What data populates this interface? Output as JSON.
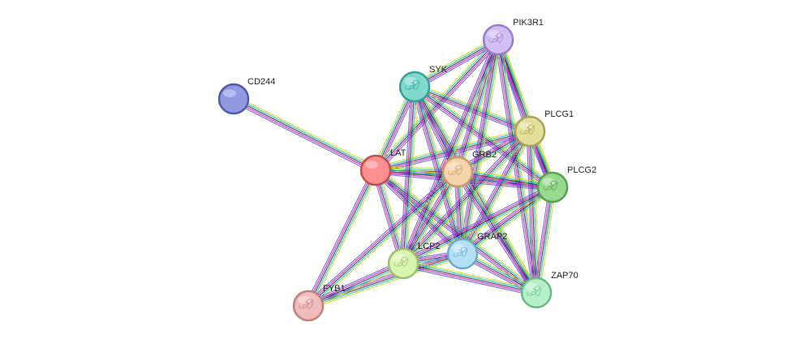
{
  "proteins": [
    {
      "id": "CD244",
      "label": "CD244",
      "color": "#8f9ae0",
      "stroke": "#4f5ba8"
    },
    {
      "id": "PIK3R1",
      "label": "PIK3R1",
      "color": "#d2bff5",
      "stroke": "#9a7bc9"
    },
    {
      "id": "SYK",
      "label": "SYK",
      "color": "#7fd9cc",
      "stroke": "#3b9e93"
    },
    {
      "id": "PLCG1",
      "label": "PLCG1",
      "color": "#e3de9a",
      "stroke": "#a6a155"
    },
    {
      "id": "LAT",
      "label": "LAT",
      "color": "#ff8f8f",
      "stroke": "#c24d4d"
    },
    {
      "id": "GRB2",
      "label": "GRB2",
      "color": "#f7d3ae",
      "stroke": "#c99a68"
    },
    {
      "id": "PLCG2",
      "label": "PLCG2",
      "color": "#98d98f",
      "stroke": "#58a050"
    },
    {
      "id": "GRAP2",
      "label": "GRAP2",
      "color": "#b4e0f5",
      "stroke": "#6ea8c4"
    },
    {
      "id": "LCP2",
      "label": "LCP2",
      "color": "#dbf5b0",
      "stroke": "#9bc06a"
    },
    {
      "id": "FYB1",
      "label": "FYB1",
      "color": "#f0bcbc",
      "stroke": "#c07f7f"
    },
    {
      "id": "ZAP70",
      "label": "ZAP70",
      "color": "#b4f0c8",
      "stroke": "#6bb888"
    }
  ],
  "interactions": [
    [
      "CD244",
      "LAT"
    ],
    [
      "LAT",
      "SYK"
    ],
    [
      "LAT",
      "PIK3R1"
    ],
    [
      "LAT",
      "PLCG1"
    ],
    [
      "LAT",
      "GRB2"
    ],
    [
      "LAT",
      "PLCG2"
    ],
    [
      "LAT",
      "GRAP2"
    ],
    [
      "LAT",
      "LCP2"
    ],
    [
      "LAT",
      "ZAP70"
    ],
    [
      "LAT",
      "FYB1"
    ],
    [
      "SYK",
      "PIK3R1"
    ],
    [
      "SYK",
      "PLCG1"
    ],
    [
      "SYK",
      "GRB2"
    ],
    [
      "SYK",
      "PLCG2"
    ],
    [
      "SYK",
      "GRAP2"
    ],
    [
      "SYK",
      "LCP2"
    ],
    [
      "SYK",
      "ZAP70"
    ],
    [
      "PIK3R1",
      "PLCG1"
    ],
    [
      "PIK3R1",
      "PLCG2"
    ],
    [
      "PIK3R1",
      "GRB2"
    ],
    [
      "PIK3R1",
      "ZAP70"
    ],
    [
      "PIK3R1",
      "LCP2"
    ],
    [
      "PIK3R1",
      "GRAP2"
    ],
    [
      "PLCG1",
      "PLCG2"
    ],
    [
      "PLCG1",
      "GRB2"
    ],
    [
      "PLCG1",
      "GRAP2"
    ],
    [
      "PLCG1",
      "LCP2"
    ],
    [
      "PLCG1",
      "ZAP70"
    ],
    [
      "GRB2",
      "PLCG2"
    ],
    [
      "GRB2",
      "GRAP2"
    ],
    [
      "GRB2",
      "LCP2"
    ],
    [
      "GRB2",
      "ZAP70"
    ],
    [
      "GRB2",
      "FYB1"
    ],
    [
      "PLCG2",
      "GRAP2"
    ],
    [
      "PLCG2",
      "LCP2"
    ],
    [
      "PLCG2",
      "ZAP70"
    ],
    [
      "GRAP2",
      "LCP2"
    ],
    [
      "GRAP2",
      "ZAP70"
    ],
    [
      "GRAP2",
      "FYB1"
    ],
    [
      "LCP2",
      "ZAP70"
    ],
    [
      "LCP2",
      "FYB1"
    ]
  ],
  "edge_colors": [
    "#d4d400",
    "#00b7d1",
    "#1f1f1f",
    "#d100d1",
    "#5454d6"
  ]
}
